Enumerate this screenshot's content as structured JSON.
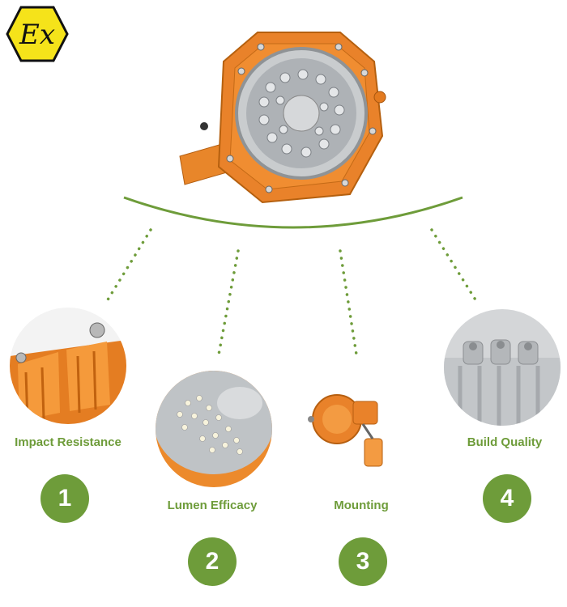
{
  "logo": {
    "text": "Ex",
    "color": "#f5e31a"
  },
  "accent_color": "#6e9c3a",
  "features": [
    {
      "label": "Impact Resistance",
      "number": "1"
    },
    {
      "label": "Lumen Efficacy",
      "number": "2"
    },
    {
      "label": "Mounting",
      "number": "3"
    },
    {
      "label": "Build Quality",
      "number": "4"
    }
  ]
}
